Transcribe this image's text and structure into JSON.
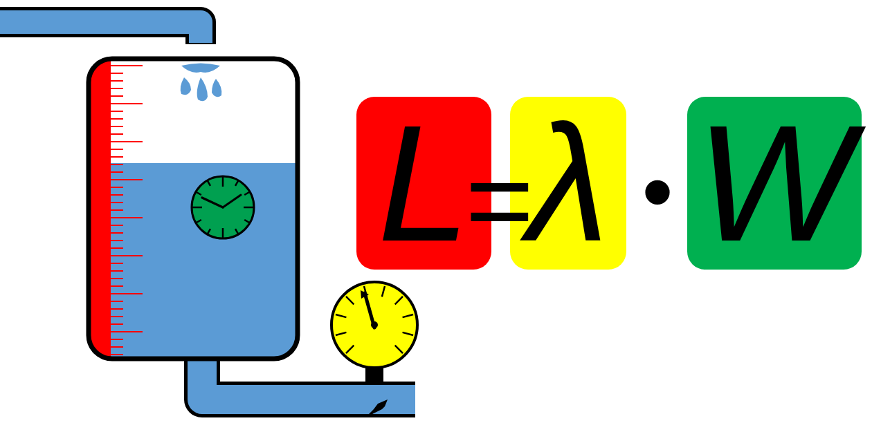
{
  "diagram": {
    "nodes": [
      {
        "text": [
          "L"
        ]
      },
      {
        "text": [
          "λ"
        ]
      },
      {
        "text": [
          "W"
        ]
      }
    ],
    "labels": [
      "=",
      "•"
    ]
  }
}
